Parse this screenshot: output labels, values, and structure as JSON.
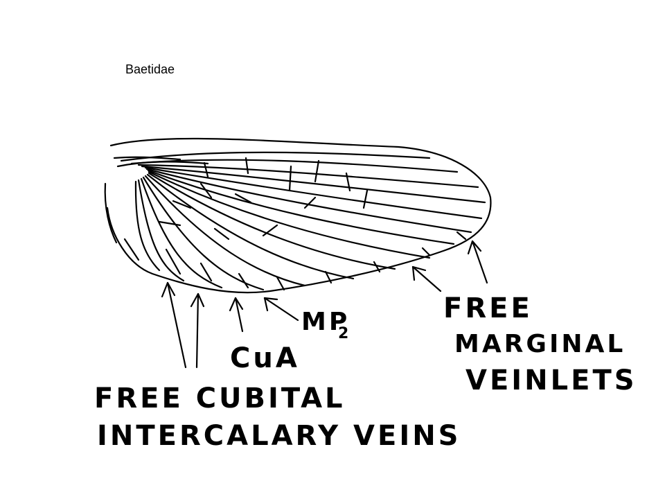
{
  "title": "Baetidae",
  "labels": {
    "mp2": "MP",
    "mp2_sub": "2",
    "cua": "CuA",
    "free_cubital_line1": "FREE  CUBITAL",
    "free_cubital_line2": "INTERCALARY  VEINS",
    "free_marginal_line1": "FREE",
    "free_marginal_line2": "MARGINAL",
    "free_marginal_line3": "VEINLETS"
  },
  "colors": {
    "ink": "#000000",
    "background": "#ffffff"
  }
}
